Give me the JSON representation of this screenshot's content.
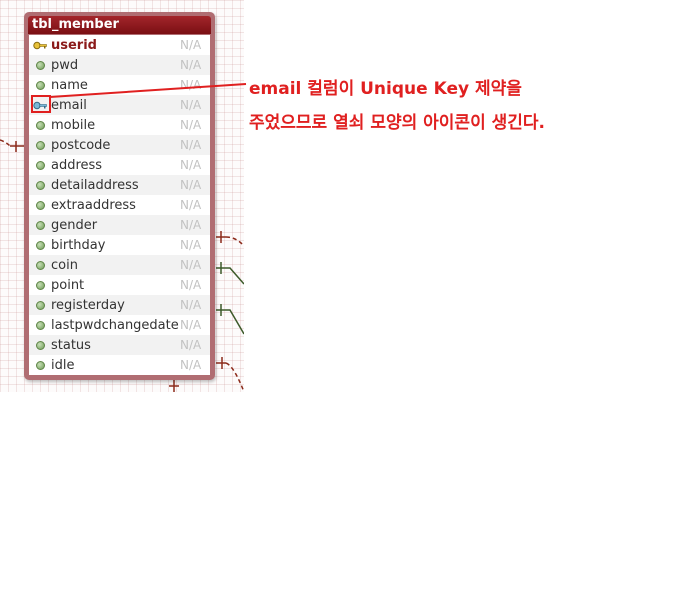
{
  "table": {
    "title": "tbl_member",
    "columns": [
      {
        "name": "userid",
        "type": "N/A",
        "icon": "primary-key-icon"
      },
      {
        "name": "pwd",
        "type": "N/A",
        "icon": "column-dot-icon"
      },
      {
        "name": "name",
        "type": "N/A",
        "icon": "column-dot-icon"
      },
      {
        "name": "email",
        "type": "N/A",
        "icon": "unique-key-icon"
      },
      {
        "name": "mobile",
        "type": "N/A",
        "icon": "column-dot-icon"
      },
      {
        "name": "postcode",
        "type": "N/A",
        "icon": "column-dot-icon"
      },
      {
        "name": "address",
        "type": "N/A",
        "icon": "column-dot-icon"
      },
      {
        "name": "detailaddress",
        "type": "N/A",
        "icon": "column-dot-icon"
      },
      {
        "name": "extraaddress",
        "type": "N/A",
        "icon": "column-dot-icon"
      },
      {
        "name": "gender",
        "type": "N/A",
        "icon": "column-dot-icon"
      },
      {
        "name": "birthday",
        "type": "N/A",
        "icon": "column-dot-icon"
      },
      {
        "name": "coin",
        "type": "N/A",
        "icon": "column-dot-icon"
      },
      {
        "name": "point",
        "type": "N/A",
        "icon": "column-dot-icon"
      },
      {
        "name": "registerday",
        "type": "N/A",
        "icon": "column-dot-icon"
      },
      {
        "name": "lastpwdchangedate",
        "type": "N/A",
        "icon": "column-dot-icon"
      },
      {
        "name": "status",
        "type": "N/A",
        "icon": "column-dot-icon"
      },
      {
        "name": "idle",
        "type": "N/A",
        "icon": "column-dot-icon"
      }
    ]
  },
  "annotation": {
    "line1": "email 컬럼이 Unique Key 제약을",
    "line2": "주었으므로 열쇠 모양의 아이콘이 생긴다."
  },
  "colors": {
    "title_bar": "#8b1a1a",
    "box_border": "#b06d72",
    "annotation": "#e02020",
    "column_dot": "#6e9a55",
    "relation_dark_red": "#8b2a1a",
    "relation_green": "#3d5a2a"
  }
}
